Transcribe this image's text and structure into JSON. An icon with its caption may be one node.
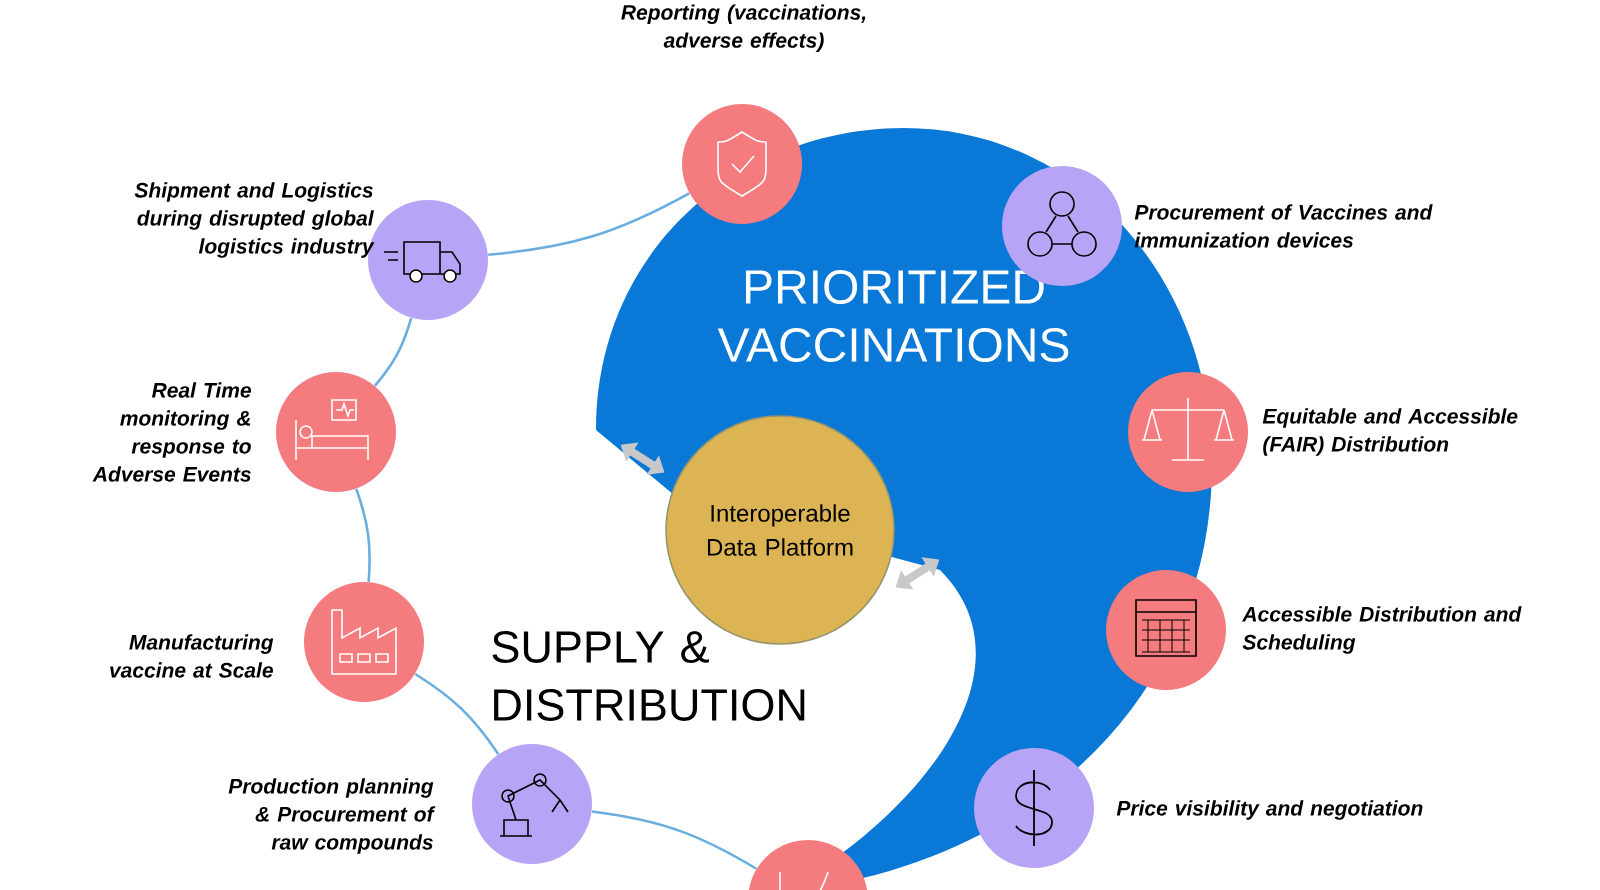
{
  "diagram": {
    "nodes": [
      {
        "text": [
          "PRIORITIZED VACCINATIONS"
        ]
      },
      {
        "text": [
          "Interoperable Data Platform"
        ]
      },
      {
        "text": [
          "SUPPLY & DISTRIBUTION"
        ]
      },
      {
        "text": [],
        "shape": "circle",
        "beside": [
          "Reporting (vaccinations, adverse effects)"
        ]
      },
      {
        "text": [],
        "shape": "circle",
        "beside": [
          "Procurement of Vaccines and immunization devices"
        ]
      },
      {
        "text": [],
        "shape": "circle",
        "beside": [
          "Shipment and Logistics during disrupted global logistics industry"
        ]
      },
      {
        "text": [],
        "shape": "circle",
        "beside": [
          "Equitable and Accessible (FAIR) Distribution"
        ]
      },
      {
        "text": [],
        "shape": "circle",
        "beside": [
          "Real Time monitoring & response to Adverse Events"
        ]
      },
      {
        "text": [],
        "shape": "circle",
        "beside": [
          "Accessible Distribution and Scheduling"
        ]
      },
      {
        "text": [],
        "shape": "circle",
        "beside": [
          "Manufacturing vaccine at Scale"
        ]
      },
      {
        "text": [],
        "shape": "circle",
        "beside": [
          "Price visibility and negotiation"
        ]
      },
      {
        "text": [],
        "shape": "circle",
        "beside": [
          "Production planning & Procurement of raw compounds"
        ]
      },
      {
        "text": [],
        "shape": "circle"
      }
    ],
    "edges": [
      {
        "from": 3,
        "to": 5,
        "arrow": "none"
      },
      {
        "from": 5,
        "to": 7,
        "arrow": "none"
      },
      {
        "from": 7,
        "to": 9,
        "arrow": "none"
      },
      {
        "from": 9,
        "to": 11,
        "arrow": "none"
      },
      {
        "from": 11,
        "to": 12,
        "arrow": "none"
      }
    ]
  }
}
